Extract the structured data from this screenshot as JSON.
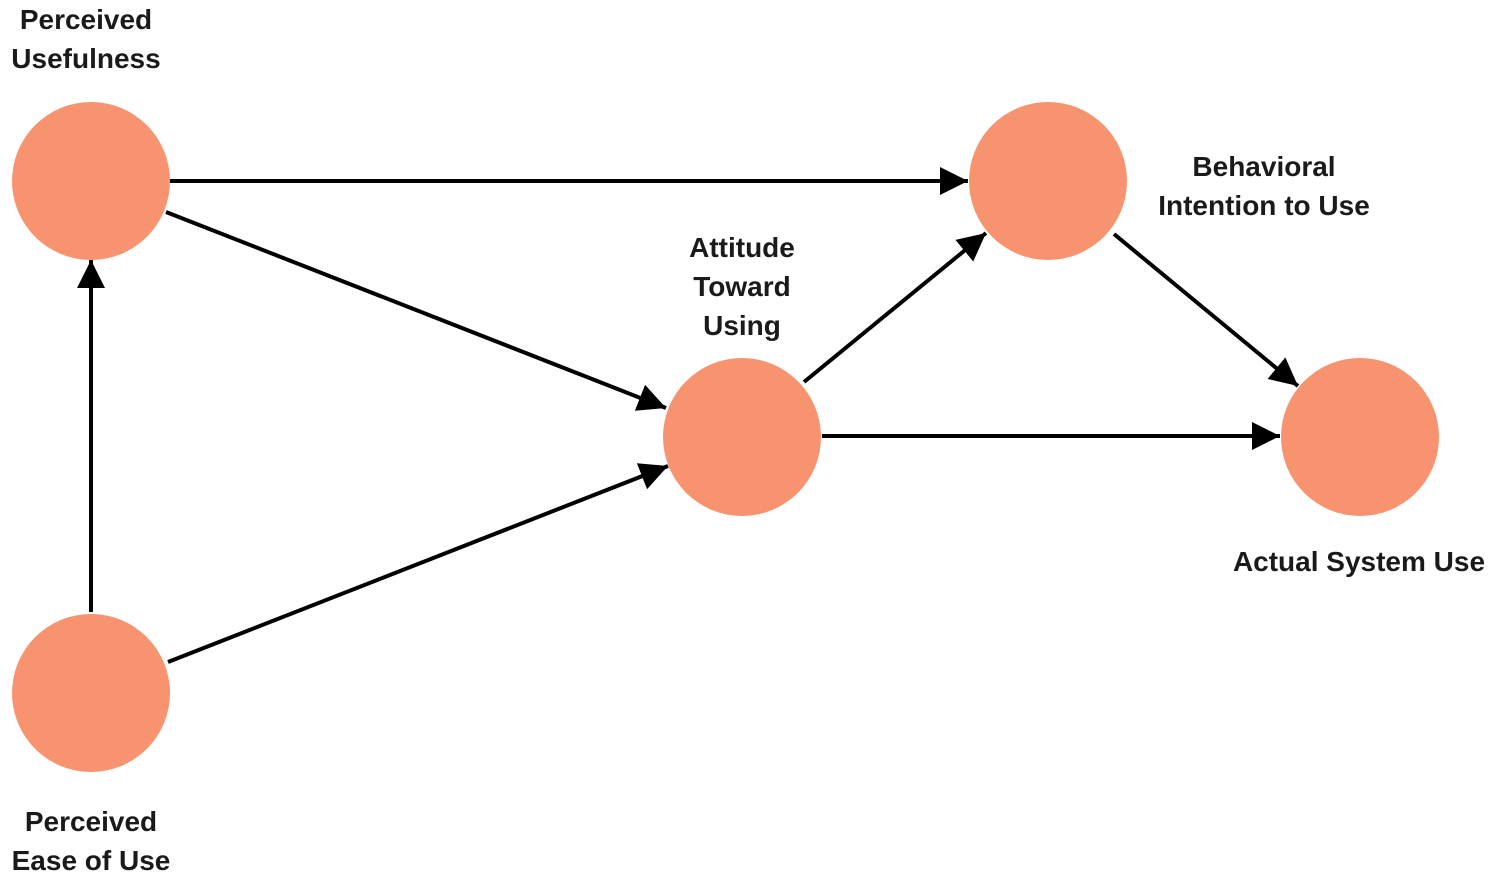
{
  "diagram": {
    "node_color": "#F7936E",
    "edge_color": "#000000",
    "nodes": {
      "perceived_usefulness": {
        "lines": [
          "Perceived",
          "Usefulness"
        ]
      },
      "perceived_ease_of_use": {
        "lines": [
          "Perceived",
          "Ease of Use"
        ]
      },
      "attitude_toward_using": {
        "lines": [
          "Attitude",
          "Toward",
          "Using"
        ]
      },
      "behavioral_intention_to_use": {
        "lines": [
          "Behavioral",
          "Intention to Use"
        ]
      },
      "actual_system_use": {
        "lines": [
          "Actual System Use"
        ]
      }
    },
    "edges": [
      {
        "from": "perceived_usefulness",
        "to": "behavioral_intention_to_use"
      },
      {
        "from": "perceived_usefulness",
        "to": "attitude_toward_using"
      },
      {
        "from": "perceived_ease_of_use",
        "to": "perceived_usefulness"
      },
      {
        "from": "perceived_ease_of_use",
        "to": "attitude_toward_using"
      },
      {
        "from": "attitude_toward_using",
        "to": "behavioral_intention_to_use"
      },
      {
        "from": "attitude_toward_using",
        "to": "actual_system_use"
      },
      {
        "from": "behavioral_intention_to_use",
        "to": "actual_system_use"
      }
    ]
  }
}
